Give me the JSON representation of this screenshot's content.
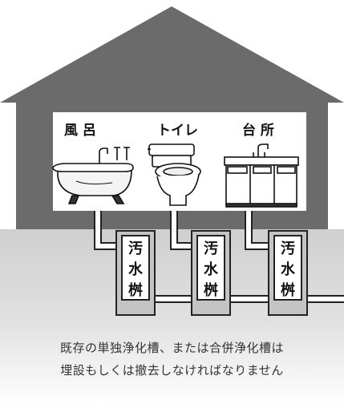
{
  "rooms": [
    {
      "label": "風 呂",
      "icon": "bathtub-icon"
    },
    {
      "label": "トイレ",
      "icon": "toilet-icon"
    },
    {
      "label": "台 所",
      "icon": "kitchen-sink-icon"
    }
  ],
  "tanks": [
    {
      "chars": [
        "汚",
        "水",
        "桝"
      ]
    },
    {
      "chars": [
        "汚",
        "水",
        "桝"
      ]
    },
    {
      "chars": [
        "汚",
        "水",
        "桝"
      ]
    }
  ],
  "caption": {
    "line1": "既存の単独浄化槽、または合併浄化槽は",
    "line2": "埋設もしくは撤去しなければなりません"
  },
  "colors": {
    "house": "#6b6b6b",
    "interior": "#ffffff",
    "ground": "#dcdcdc",
    "tank": "#c4c4c4",
    "tank_border": "#222222",
    "pipe": "#ffffff",
    "text": "#111111"
  }
}
